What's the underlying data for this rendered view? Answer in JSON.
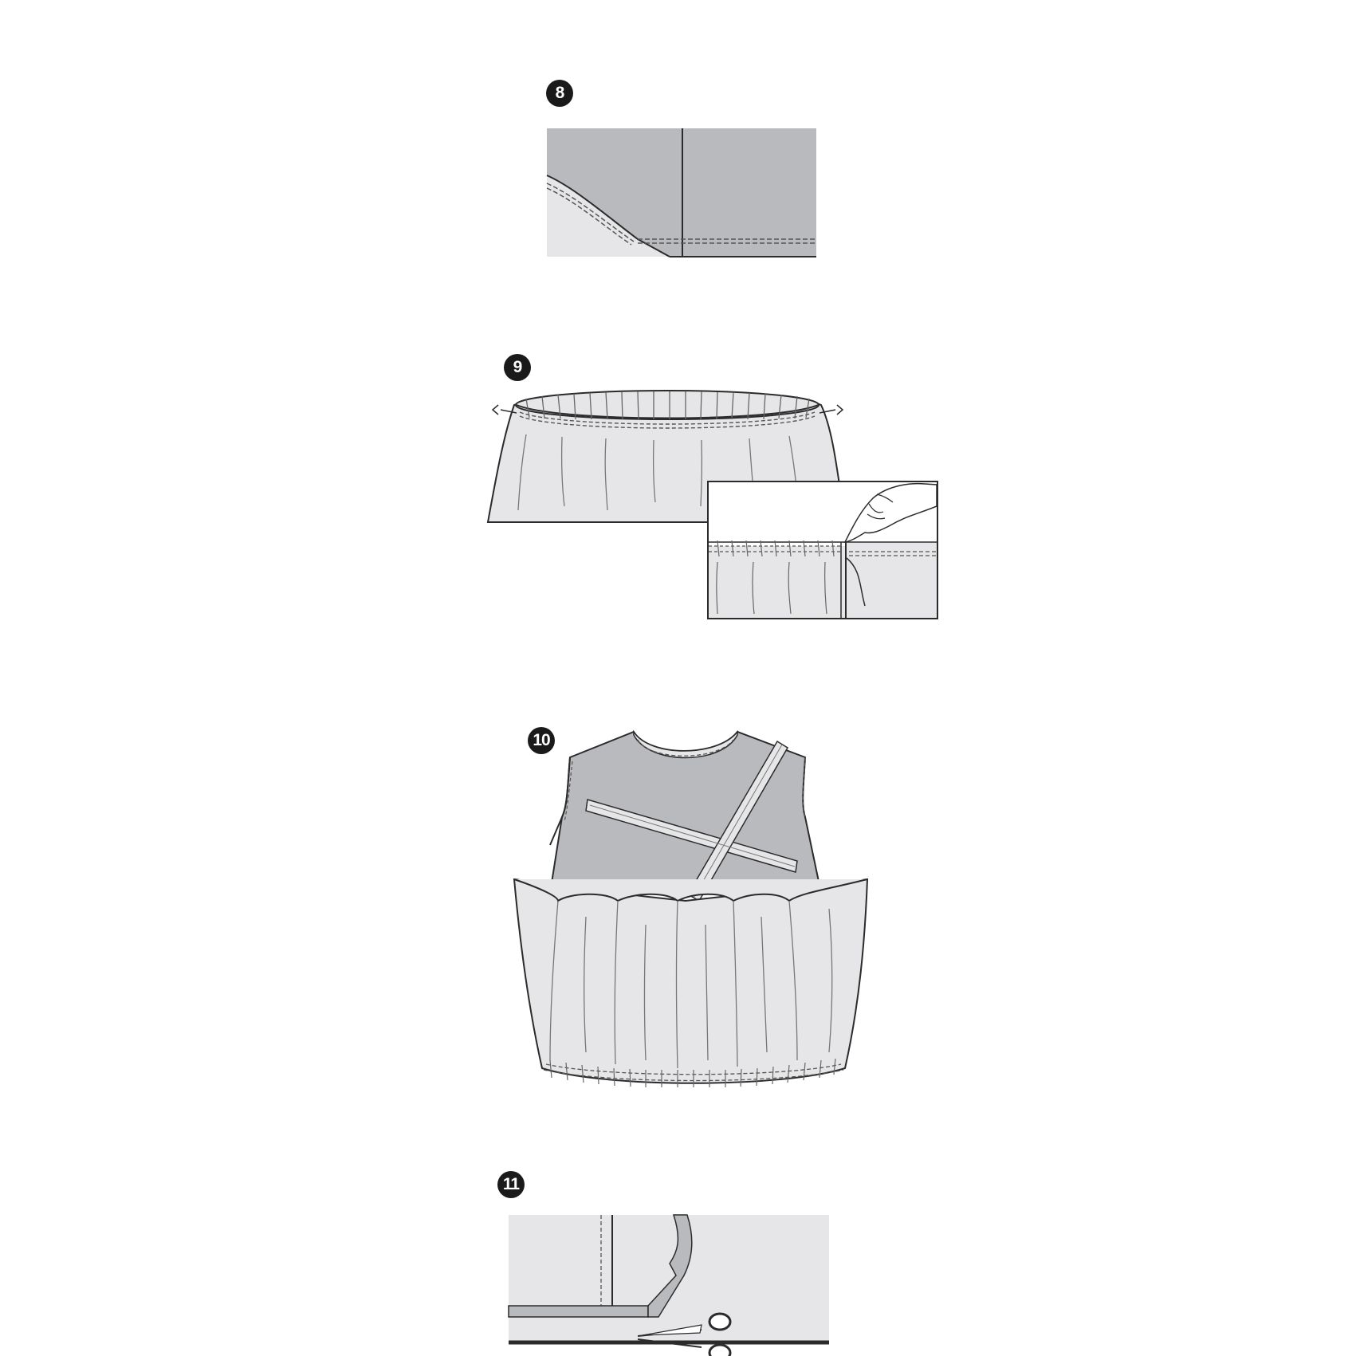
{
  "steps": [
    {
      "number": "8"
    },
    {
      "number": "9"
    },
    {
      "number": "10"
    },
    {
      "number": "11"
    }
  ],
  "colors": {
    "dark_fabric": "#b9babd",
    "light_fabric": "#e6e6e8",
    "outline": "#2b2b2b",
    "badge": "#1a1a1a"
  },
  "icons": [
    "hand-icon",
    "scissors-icon",
    "needle-icon"
  ]
}
